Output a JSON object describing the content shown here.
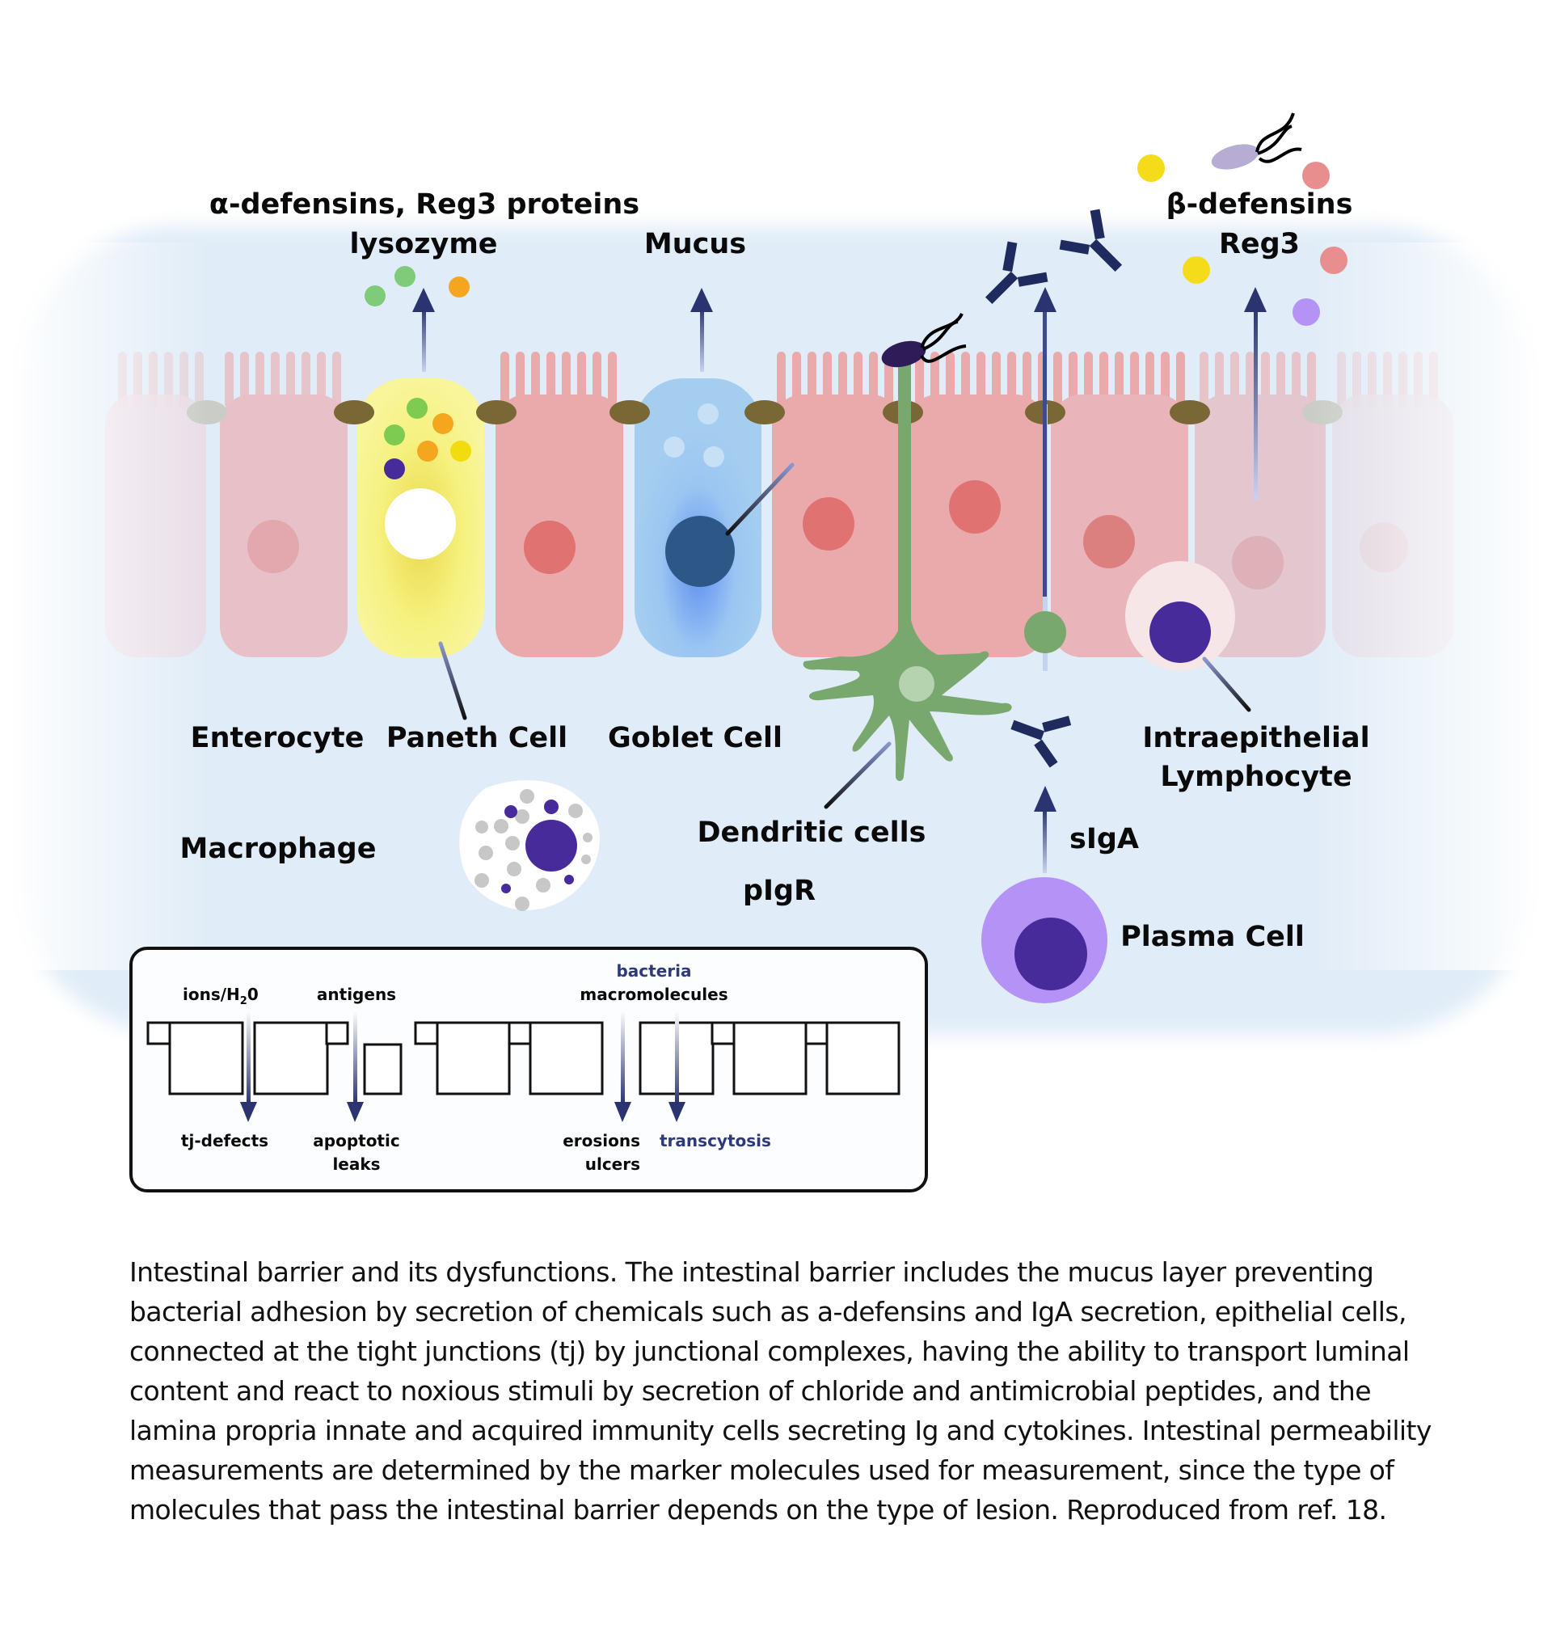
{
  "diagram": {
    "title": "Intestinal barrier",
    "labels": {
      "alpha_defensins": "α-defensins, Reg3 proteins",
      "lysozyme": "lysozyme",
      "mucus": "Mucus",
      "beta_defensins": "β-defensins",
      "reg3": "Reg3",
      "enterocyte": "Enterocyte",
      "paneth_cell": "Paneth Cell",
      "goblet_cell": "Goblet Cell",
      "intraepithelial_1": "Intraepithelial",
      "intraepithelial_2": "Lymphocyte",
      "macrophage": "Macrophage",
      "dendritic_cells": "Dendritic cells",
      "siga": "sIgA",
      "pigr": "pIgR",
      "plasma_cell": "Plasma Cell"
    },
    "inset": {
      "top_labels": {
        "ions": "ions/H",
        "ions_sub": "2",
        "ions_tail": "0",
        "antigens": "antigens",
        "bacteria": "bacteria",
        "macromolecules": "macromolecules"
      },
      "bottom_labels": {
        "tj_defects": "tj-defects",
        "apoptotic": "apoptotic",
        "leaks": "leaks",
        "erosions": "erosions",
        "ulcers": "ulcers",
        "transcytosis": "transcytosis"
      }
    },
    "colors": {
      "enterocyte": "#e9a9ab",
      "paneth": "#f6f48a",
      "goblet": "#9ecbf0",
      "tight_junction": "#7a6736",
      "dendritic": "#78a86d",
      "arrow": "#2b3470",
      "lymphocyte": "#472b9a",
      "plasma_outer": "#b592f5"
    }
  },
  "caption": "Intestinal barrier and its dysfunctions. The intestinal barrier includes the mucus layer preventing bacterial adhesion by secretion of chemicals such as a-defensins and IgA secretion, epithelial cells, connected at the tight junctions (tj) by junctional complexes, having the ability to transport luminal content and react to noxious stimuli by secretion of chloride and antimicrobial peptides, and the lamina propria innate and acquired immunity cells secreting Ig and cytokines. Intestinal permeability measurements are determined by the marker molecules used for measurement, since the type of molecules that pass the intestinal barrier depends on the type of lesion. Reproduced from ref. 18."
}
